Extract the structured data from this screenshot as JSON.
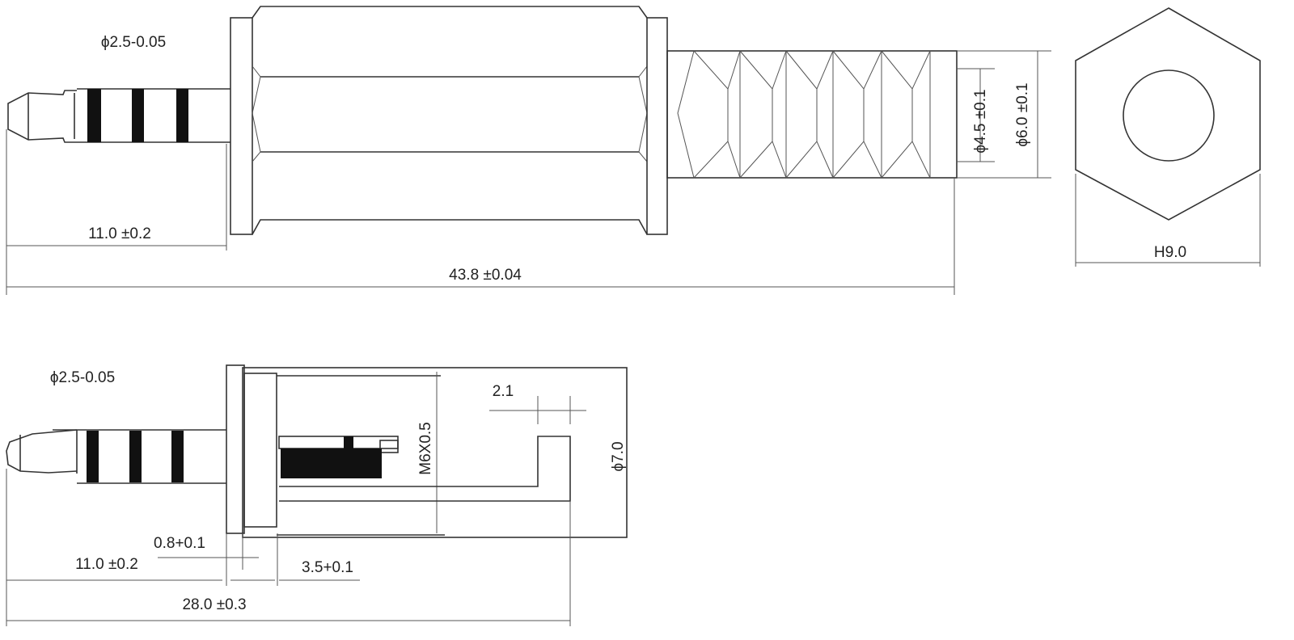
{
  "top_view": {
    "tip_diameter": "ϕ2.5-0.05",
    "plug_length": "11.0 ±0.2",
    "total_length": "43.8 ±0.04",
    "inner_diameter": "ϕ4.5 ±0.1",
    "outer_diameter": "ϕ6.0 ±0.1",
    "hex_size": "H9.0"
  },
  "side_view": {
    "tip_diameter": "ϕ2.5-0.05",
    "thread": "M6X0.5",
    "body_diameter": "ϕ7.0",
    "slot_width": "2.1",
    "flange_thickness": "0.8+0.1",
    "plug_length": "11.0 ±0.2",
    "nut_length": "3.5+0.1",
    "total_length": "28.0 ±0.3"
  }
}
